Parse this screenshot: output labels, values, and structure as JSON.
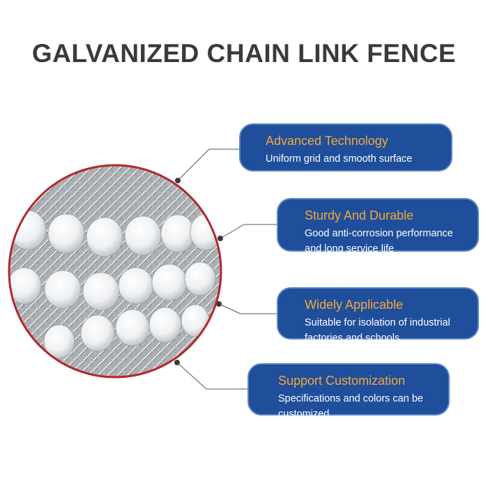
{
  "title": "GALVANIZED CHAIN LINK FENCE",
  "colors": {
    "card_bg": "#1f4e9b",
    "card_heading": "#f2a93b",
    "title": "#3a3a3a",
    "circle_border": "#b2272d"
  },
  "features": [
    {
      "heading": "Advanced Technology",
      "line1": "Uniform grid and smooth surface",
      "line2": ""
    },
    {
      "heading": "Sturdy And Durable",
      "line1": "Good anti-corrosion performance",
      "line2": "and long service life"
    },
    {
      "heading": "Widely Applicable",
      "line1": "Suitable for isolation of industrial",
      "line2": "factories and schools"
    },
    {
      "heading": "Support Customization",
      "line1": "Specifications and colors can be",
      "line2": "customized"
    }
  ]
}
